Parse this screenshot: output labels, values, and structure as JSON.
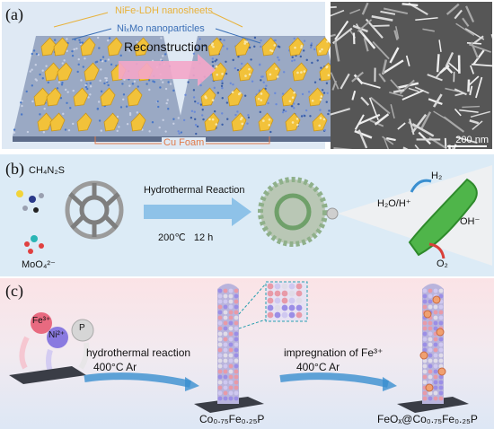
{
  "panel_a": {
    "label": "(a)",
    "nanosheets_label": "NiFe-LDH nanosheets",
    "nanoparticles_label": "NiₓMo nanoparticles",
    "arrow_label": "Reconstruction",
    "substrate_label": "Cu Foam",
    "sem_scale": "200 nm"
  },
  "panel_b": {
    "label": "(b)",
    "precursor_1": "CH₄N₂S",
    "precursor_2": "MoO₄²⁻",
    "arrow_label": "Hydrothermal Reaction",
    "conditions": "200℃   12 h",
    "h2": "H₂",
    "h2o": "H₂O/H⁺",
    "oh": "OH⁻",
    "o2": "O₂"
  },
  "panel_c": {
    "label": "(c)",
    "ion_fe": "Fe³⁺",
    "ion_ni": "Ni²⁺",
    "ion_p": "P",
    "step1": "hydrothermal reaction",
    "step1_cond": "400°C Ar",
    "step2": "impregnation of Fe³⁺",
    "step2_cond": "400°C Ar",
    "product1": "Co₀.₇₅Fe₀.₂₅P",
    "product2": "FeOₓ@Co₀.₇₅Fe₀.₂₅P"
  },
  "colors": {
    "panel_a_bg": "#dfe9f4",
    "panel_b_bg": "#dcebf6",
    "panel_c_top": "#fbe3e6",
    "panel_c_bottom": "#dde7f5",
    "sheet": "#f2c23a",
    "arrow_pink": "#f4a6c9",
    "arrow_blue": "#3a8fd0",
    "label_orange": "#e8b23a",
    "label_blue": "#3b6fb6",
    "cufoam": "#e07a4a"
  }
}
